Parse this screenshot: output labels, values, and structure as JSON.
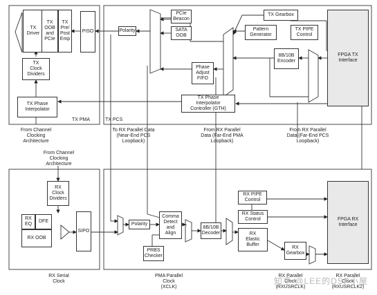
{
  "tx": {
    "pma_label": "TX PMA",
    "pcs_label": "TX PCS",
    "blocks": {
      "driver": "TX\nDriver",
      "oob": "TX\nOOB\nand\nPCIe",
      "pre_post": "TX\nPre/\nPost\nEmp",
      "piso": "PISO",
      "clock_dividers": "TX\nClock\nDividers",
      "phase_interp": "TX Phase\nInterpolator",
      "polarity": "Polarity",
      "pcie_beacon": "PCIe\nBeacon",
      "sata_oob": "SATA\nOOB",
      "pattern_gen": "Pattern\nGenerator",
      "gearbox": "TX Gearbox",
      "pipe_control": "TX PIPE\nControl",
      "enc_8b10b": "8B/10B\nEncoder",
      "phase_fifo": "Phase\nAdjust\nFIFO",
      "fpga_tx": "FPGA TX\nInterface",
      "phase_interp_ctrl": "TX Phase\nInterpolator\nController (GTH)"
    }
  },
  "rx": {
    "blocks": {
      "clock_dividers": "RX\nClock\nDividers",
      "eq": "RX\nEQ",
      "dfe": "DFE",
      "oob": "RX OOB",
      "sipo": "SIPO",
      "polarity": "Polarity",
      "comma": "Comma\nDetect\nand\nAlign",
      "decoder": "8B/10B\nDecoder",
      "prbs": "PRBS\nChecker",
      "pipe_control": "RX PIPE\nControl",
      "status_control": "RX Status\nControl",
      "elastic": "RX\nElastic\nBuffer",
      "gearbox": "RX\nGearbox",
      "fpga_rx": "FPGA RX\nInterface"
    }
  },
  "labels": {
    "from_channel_tx": "From Channel\nClocking\nArchitecture",
    "to_rx_parallel": "To RX Parallel Data\n(Near-End PCS\nLoopback)",
    "from_rx_pma": "From RX Parallel\nData (Far-End PMA\nLoopback)",
    "from_rx_pcs": "From RX Parallel\nData (Far-End PCS\nLoopback)",
    "from_channel_rx": "From Channel\nClocking\nArchitecture",
    "rx_serial_clock": "RX Serial\nClock",
    "pma_parallel_clock": "PMA Parallel\nClock\n(XCLK)",
    "rx_usrclk": "RX Parallel\nClock\n(RXUSRCLK)",
    "rx_usrclk2": "RX Parallel\nClock\n(RXUSRCLK2)"
  },
  "watermark": "知乎 @LEE的DSP小屋"
}
